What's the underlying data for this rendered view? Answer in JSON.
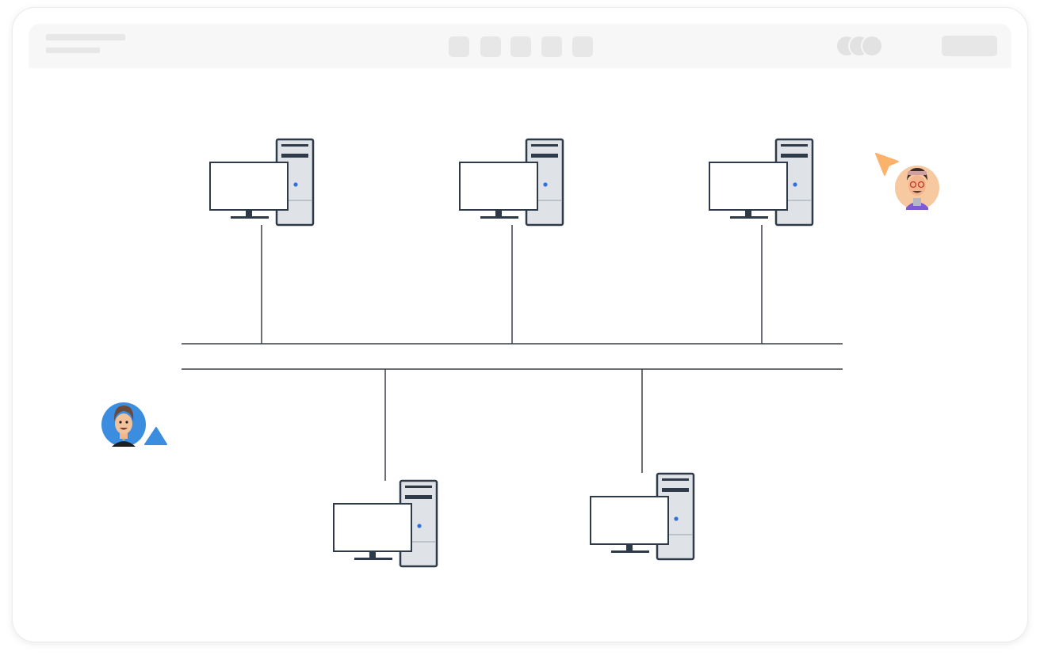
{
  "toolbar": {
    "action_icons": [
      "toolbar-icon",
      "toolbar-icon",
      "toolbar-icon",
      "toolbar-icon",
      "toolbar-icon"
    ],
    "collaborators": 3
  },
  "diagram": {
    "type": "bus-topology",
    "nodes": [
      {
        "id": "pc-1",
        "icon": "desktop-computer-icon"
      },
      {
        "id": "pc-2",
        "icon": "desktop-computer-icon"
      },
      {
        "id": "pc-3",
        "icon": "desktop-computer-icon"
      },
      {
        "id": "pc-4",
        "icon": "desktop-computer-icon"
      },
      {
        "id": "pc-5",
        "icon": "desktop-computer-icon"
      }
    ],
    "bus": {
      "cable_count": 2
    },
    "links": [
      {
        "from": "pc-1",
        "to": "bus-upper"
      },
      {
        "from": "pc-2",
        "to": "bus-upper"
      },
      {
        "from": "pc-3",
        "to": "bus-upper"
      },
      {
        "from": "pc-4",
        "to": "bus-lower"
      },
      {
        "from": "pc-5",
        "to": "bus-lower"
      }
    ]
  },
  "cursors": [
    {
      "name": "collaborator-cursor-orange",
      "color": "#fbb36b"
    },
    {
      "name": "collaborator-cursor-blue",
      "color": "#3b8de0"
    }
  ],
  "colors": {
    "line": "#3a3f47",
    "tower_fill": "#dfe3e8",
    "tower_dark": "#2f3a48",
    "led": "#2f6fde"
  }
}
